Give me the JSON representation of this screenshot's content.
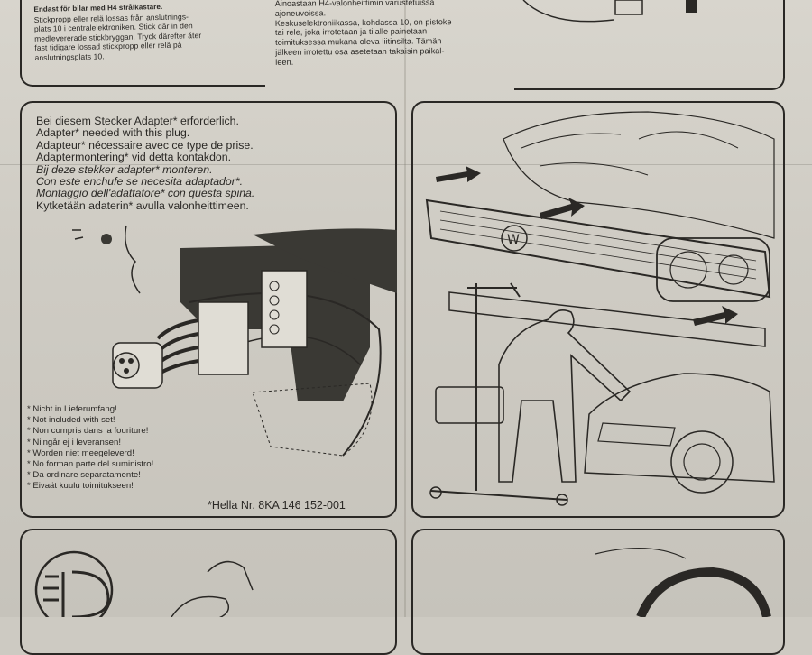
{
  "top_left_panel": {
    "lines": [
      "Endast för bilar med H4 strålkastare.",
      "Stickpropp eller relä lossas från anslutnings-",
      "plats 10 i centralelektroniken. Stick där in den",
      "medlevererade stickbryggan. Tryck därefter åter",
      "fast tidigare lossad stickpropp eller relä på",
      "anslutningsplats 10."
    ]
  },
  "top_middle_panel": {
    "lines": [
      "Ainoastaan H4-valonheittimin varustetuissa",
      "ajoneuvoissa.",
      "Keskuselektroniikassa, kohdassa 10, on pistoke",
      "tai rele, joka irrotetaan ja tilalle painetaan",
      "toimituksessa mukana oleva liitinsilta. Tämän",
      "jälkeen irrotettu osa asetetaan takaisin paikal-",
      "leen."
    ]
  },
  "adapter_panel": {
    "lines": [
      "Bei diesem Stecker Adapter* erforderlich.",
      "Adapter* needed with this plug.",
      "Adapteur* nécessaire avec ce type de prise.",
      "Adaptermontering* vid detta kontakdon.",
      "Bij deze stekker adapter* monteren.",
      "Con este enchufe se necesita adaptador*.",
      "Montaggio dell'adattatore* con questa spina.",
      "Kytketään adaterin* avulla valonheittimeen."
    ],
    "notes": [
      "* Nicht in Lieferumfang!",
      "* Not included with set!",
      "* Non compris dans la fouriture!",
      "* Nilngår ej i leveransen!",
      "* Worden niet meegeleverd!",
      "* No forman parte del suministro!",
      "* Da ordinare separatamente!",
      "* Eivaät kuulu toimitukseen!"
    ],
    "part_number": "*Hella Nr. 8KA 146 152-001"
  },
  "colors": {
    "paper": "#d2cfc7",
    "ink": "#2a2825",
    "dark_fill": "#3a3934"
  }
}
